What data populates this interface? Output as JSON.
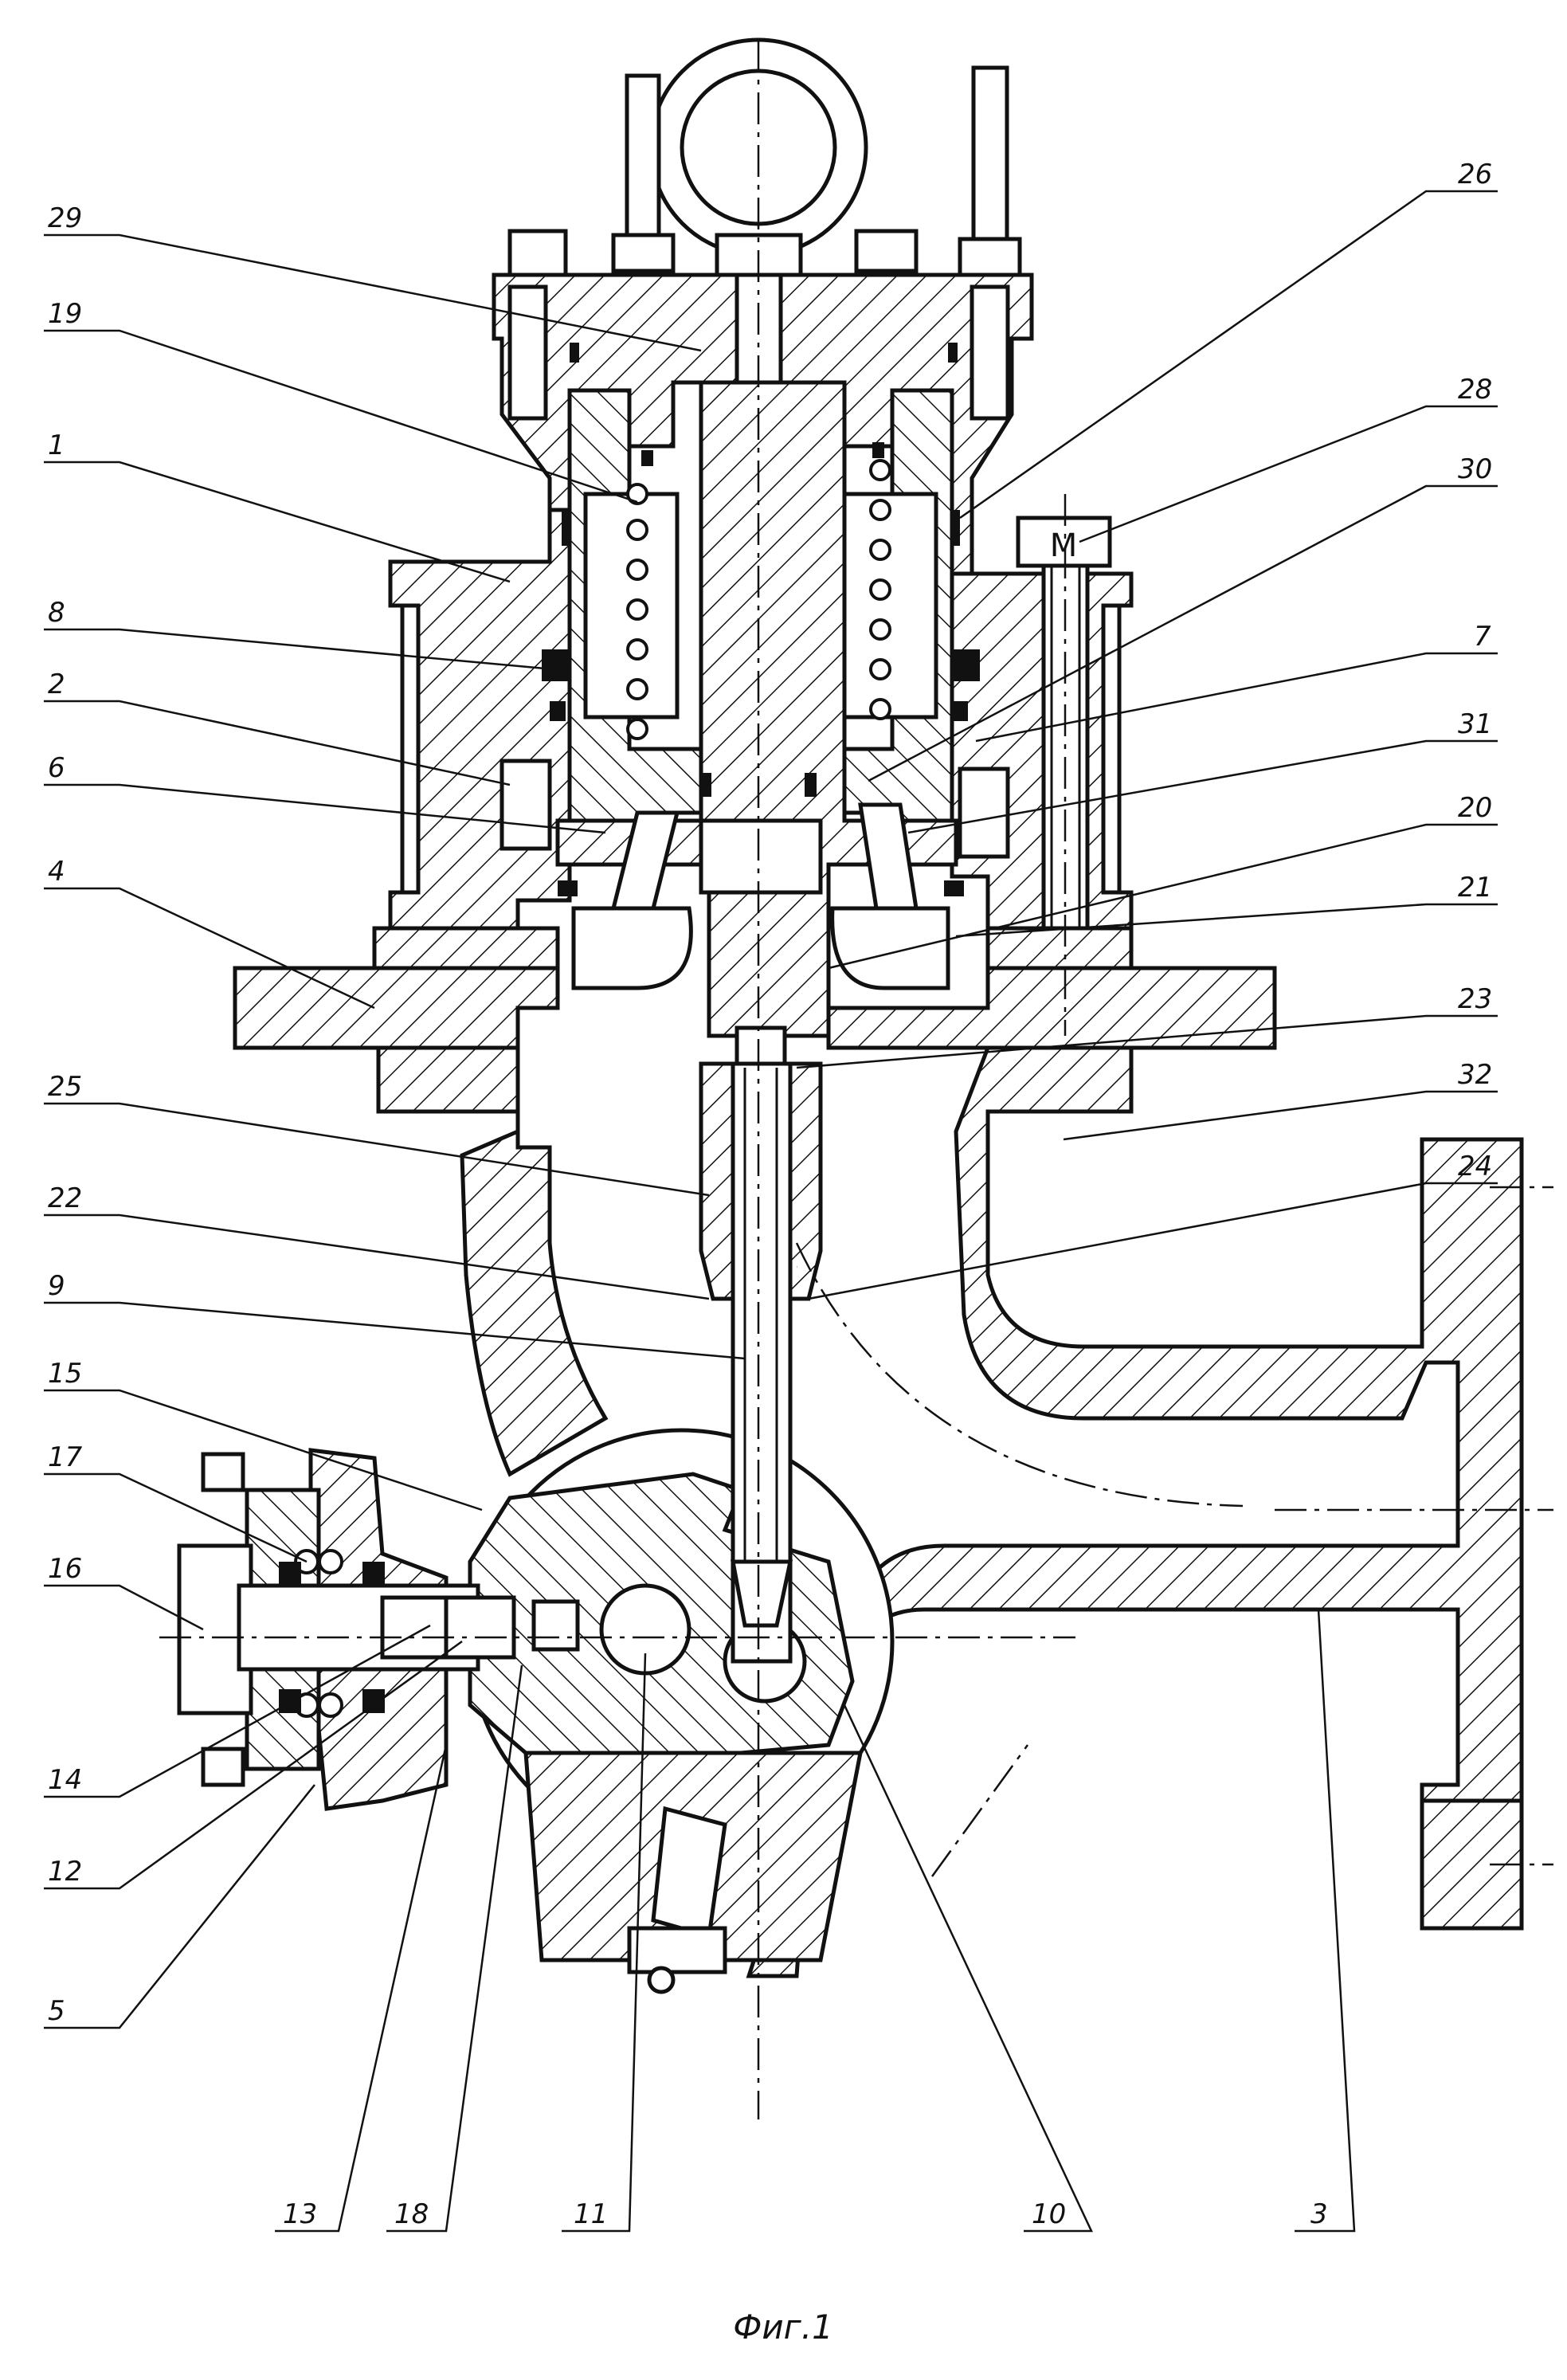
{
  "figure": {
    "caption": "Фиг.1",
    "callouts": [
      {
        "id": "c29",
        "num": "29"
      },
      {
        "id": "c19",
        "num": "19"
      },
      {
        "id": "c1",
        "num": "1"
      },
      {
        "id": "c8",
        "num": "8"
      },
      {
        "id": "c2",
        "num": "2"
      },
      {
        "id": "c6",
        "num": "6"
      },
      {
        "id": "c4",
        "num": "4"
      },
      {
        "id": "c25",
        "num": "25"
      },
      {
        "id": "c22",
        "num": "22"
      },
      {
        "id": "c9",
        "num": "9"
      },
      {
        "id": "c15",
        "num": "15"
      },
      {
        "id": "c17",
        "num": "17"
      },
      {
        "id": "c16",
        "num": "16"
      },
      {
        "id": "c14",
        "num": "14"
      },
      {
        "id": "c12",
        "num": "12"
      },
      {
        "id": "c5",
        "num": "5"
      },
      {
        "id": "c26",
        "num": "26"
      },
      {
        "id": "c28",
        "num": "28"
      },
      {
        "id": "c30",
        "num": "30"
      },
      {
        "id": "c7",
        "num": "7"
      },
      {
        "id": "c31",
        "num": "31"
      },
      {
        "id": "c20",
        "num": "20"
      },
      {
        "id": "c21",
        "num": "21"
      },
      {
        "id": "c23",
        "num": "23"
      },
      {
        "id": "c32",
        "num": "32"
      },
      {
        "id": "c24",
        "num": "24"
      },
      {
        "id": "c13",
        "num": "13"
      },
      {
        "id": "c18",
        "num": "18"
      },
      {
        "id": "c11",
        "num": "11"
      },
      {
        "id": "c10",
        "num": "10"
      },
      {
        "id": "c3",
        "num": "3"
      }
    ],
    "screw_head_marking": "M"
  }
}
